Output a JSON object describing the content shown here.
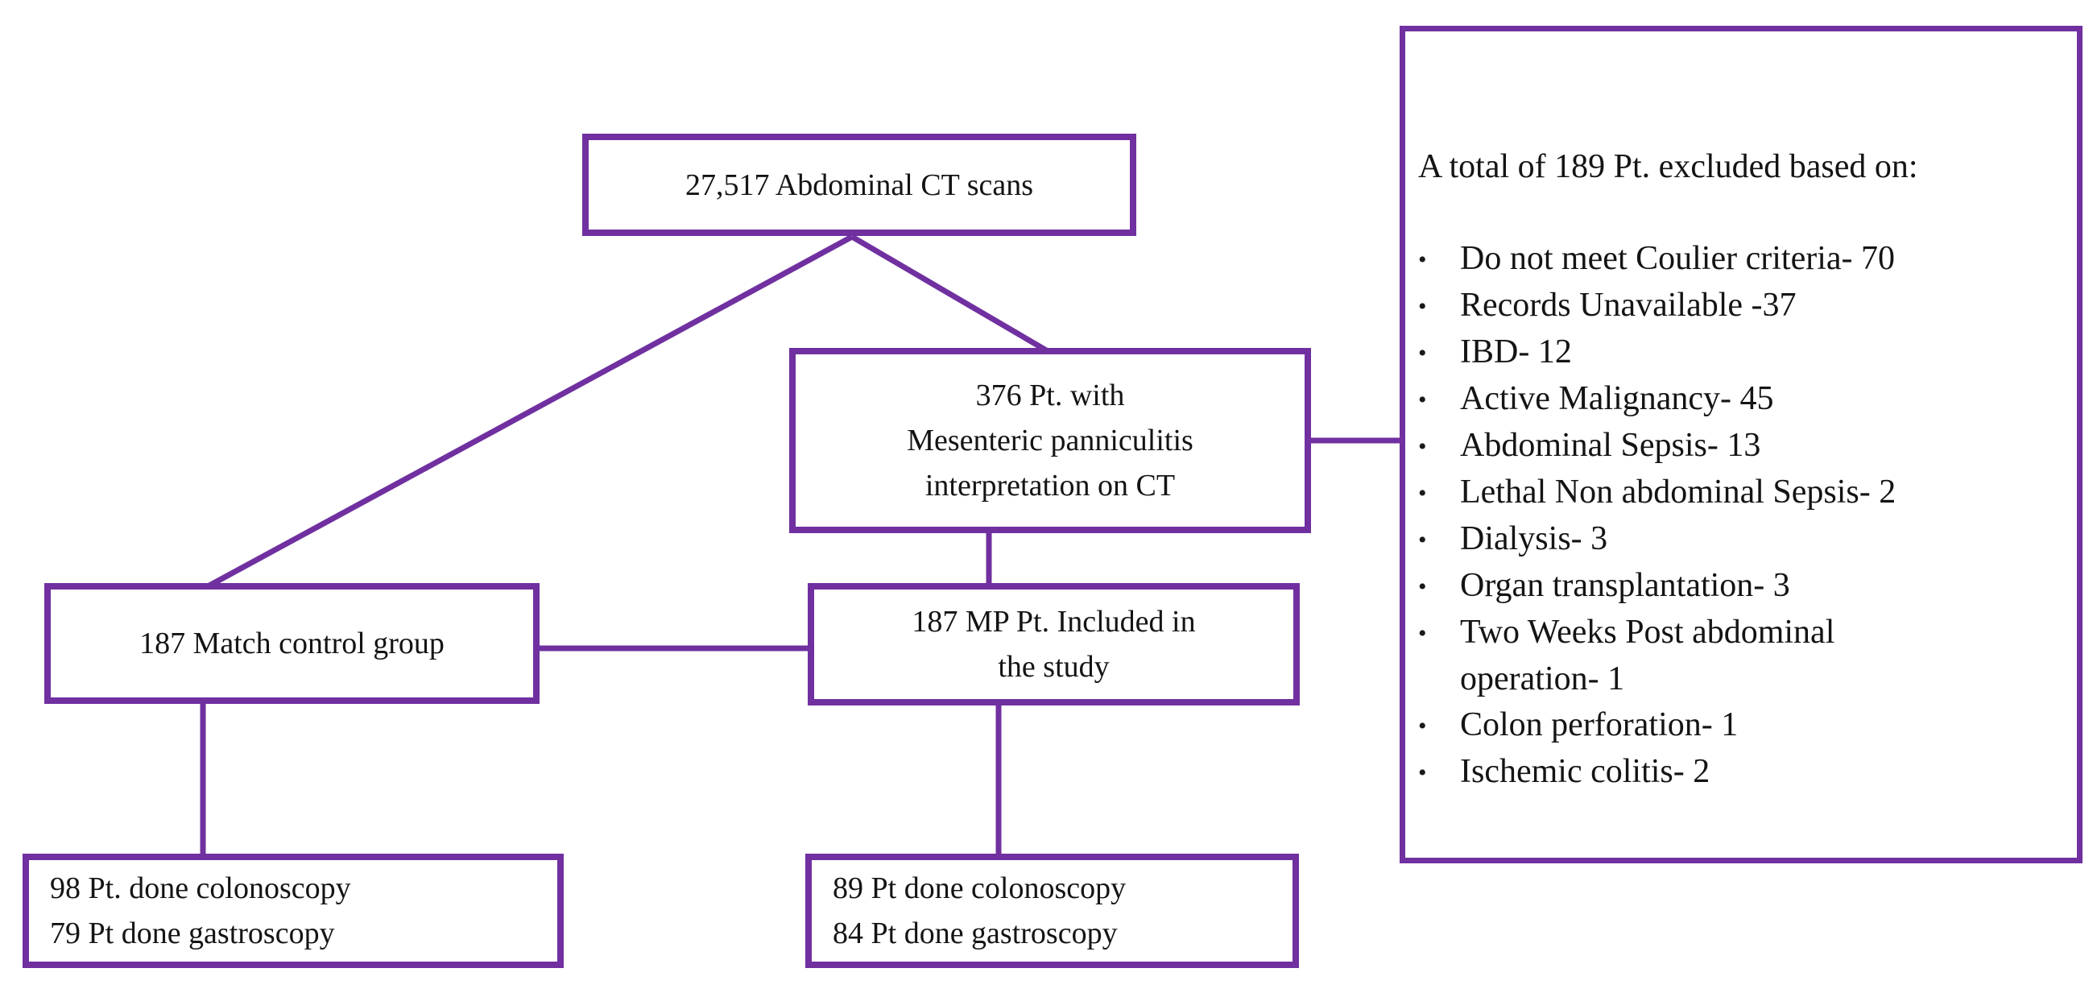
{
  "colors": {
    "accent": "#7030A0",
    "text": "#141414",
    "background": "#ffffff"
  },
  "flowchart": {
    "ct_scans": {
      "text": "27,517 Abdominal CT scans"
    },
    "mp_interpretation": {
      "lines": [
        "376 Pt. with",
        "Mesenteric panniculitis",
        "interpretation on CT"
      ]
    },
    "match_control": {
      "text": "187 Match control group"
    },
    "mp_included": {
      "lines": [
        "187 MP Pt. Included in",
        "the study"
      ]
    },
    "control_endoscopy": {
      "lines": [
        "98 Pt. done colonoscopy",
        "79 Pt done gastroscopy"
      ]
    },
    "mp_endoscopy": {
      "lines": [
        "89 Pt done colonoscopy",
        "84 Pt done gastroscopy"
      ]
    },
    "excluded": {
      "title": "A total of 189 Pt. excluded based on:",
      "items": [
        "Do not meet Coulier criteria- 70",
        "Records Unavailable -37",
        "IBD- 12",
        "Active Malignancy- 45",
        "Abdominal Sepsis- 13",
        "Lethal Non abdominal Sepsis- 2",
        "Dialysis- 3",
        "Organ transplantation- 3",
        "Two Weeks Post abdominal\noperation- 1",
        "Colon perforation- 1",
        "Ischemic colitis- 2"
      ]
    }
  }
}
